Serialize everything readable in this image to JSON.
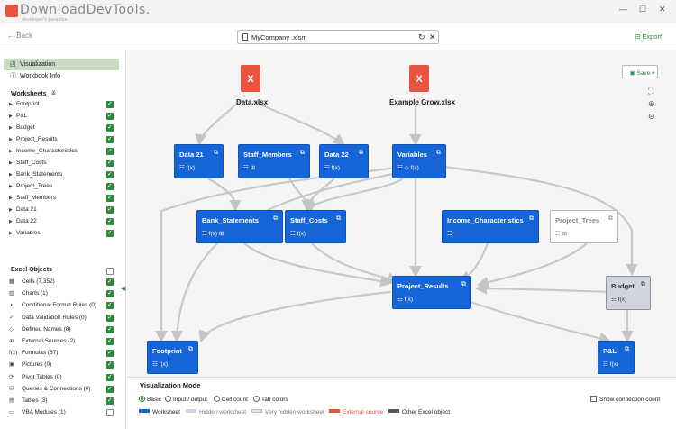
{
  "titlebar": {
    "watermark": "DownloadDevTools.",
    "watermark_sub": "developer's paradise",
    "app_title_fragment": "XL Explore",
    "minimize": "—",
    "maximize": "☐",
    "close": "✕"
  },
  "toolbar": {
    "back_label": "← Back",
    "file_name": "MyCompany .xlsm",
    "undo_glyph": "↻",
    "close_glyph": "✕",
    "export_label": "⊟ Export"
  },
  "sidebar": {
    "nav": [
      {
        "label": "Visualization",
        "icon": "◰"
      },
      {
        "label": "Workbook Info",
        "icon": "ⓘ"
      }
    ],
    "worksheets_title": "Worksheets",
    "worksheets_sort_icon": "≚",
    "worksheets": [
      "Footprint",
      "P&L",
      "Budget",
      "Project_Results",
      "Income_Characteristics",
      "Staff_Costs",
      "Bank_Statements",
      "Project_Trees",
      "Staff_Members",
      "Data 21",
      "Data 22",
      "Variables"
    ],
    "objects_title": "Excel Objects",
    "objects": [
      {
        "label": "Cells (7,352)",
        "icon": "▦"
      },
      {
        "label": "Charts (1)",
        "icon": "▥"
      },
      {
        "label": "Conditional Format Rules (0)",
        "icon": "◑"
      },
      {
        "label": "Data Validation Rules (0)",
        "icon": "✓"
      },
      {
        "label": "Defined Names (8)",
        "icon": "◇"
      },
      {
        "label": "External Sources (2)",
        "icon": "⊕"
      },
      {
        "label": "Formulas (67)",
        "icon": "f(x)"
      },
      {
        "label": "Pictures (0)",
        "icon": "▣"
      },
      {
        "label": "Pivot Tables (0)",
        "icon": "⟳"
      },
      {
        "label": "Queries & Connections (0)",
        "icon": "⛁"
      },
      {
        "label": "Tables (3)",
        "icon": "▤"
      },
      {
        "label": "VBA Modules (1)",
        "icon": "▭"
      }
    ],
    "objects_checked": [
      true,
      true,
      true,
      true,
      true,
      true,
      true,
      true,
      true,
      true,
      true,
      false
    ]
  },
  "canvas": {
    "save_label": "▣ Save ▾",
    "files": [
      {
        "label": "Data.xlsx",
        "glyph": "X"
      },
      {
        "label": "Example Grow.xlsx",
        "glyph": "X"
      }
    ],
    "nodes": [
      {
        "id": "data21",
        "title": "Data 21",
        "meta": "☷ f(x)",
        "kind": "ws"
      },
      {
        "id": "staff_members",
        "title": "Staff_Members",
        "meta": "☷ ⊞",
        "kind": "ws"
      },
      {
        "id": "data22",
        "title": "Data 22",
        "meta": "☷ f(x)",
        "kind": "ws"
      },
      {
        "id": "variables",
        "title": "Variables",
        "meta": "☷ ◇ f(x)",
        "kind": "ws"
      },
      {
        "id": "bank",
        "title": "Bank_Statements",
        "meta": "☷ f(x) ⊞",
        "kind": "ws"
      },
      {
        "id": "staff_costs",
        "title": "Staff_Costs",
        "meta": "☷ f(x)",
        "kind": "ws"
      },
      {
        "id": "income",
        "title": "Income_Characteristics",
        "meta": "☷",
        "kind": "ws"
      },
      {
        "id": "project_trees",
        "title": "Project_Trees",
        "meta": "☷ ⊞",
        "kind": "vh"
      },
      {
        "id": "project_results",
        "title": "Project_Results",
        "meta": "☷ f(x)",
        "kind": "ws"
      },
      {
        "id": "budget",
        "title": "Budget",
        "meta": "☷ f(x)",
        "kind": "hid"
      },
      {
        "id": "footprint",
        "title": "Footprint",
        "meta": "☷ f(x)",
        "kind": "ws"
      },
      {
        "id": "pl",
        "title": "P&L",
        "meta": "☷ f(x)",
        "kind": "ws"
      }
    ]
  },
  "bottom": {
    "title": "Visualization Mode",
    "modes": [
      "Basic",
      "Input / output",
      "Cell count",
      "Tab colors"
    ],
    "show_count_label": "Show connection count",
    "legend": [
      {
        "label": "Worksheet",
        "color": "#1565d8"
      },
      {
        "label": "Hidden worksheet",
        "color": "#c9cfe0"
      },
      {
        "label": "Very hidden worksheet",
        "color": "#e6e6e6"
      },
      {
        "label": "External source",
        "color": "#e8553f"
      },
      {
        "label": "Other Excel object",
        "color": "#555555"
      }
    ]
  },
  "colors": {
    "accent": "#2f8b3c",
    "worksheet": "#1565d8",
    "external": "#e8553f"
  }
}
